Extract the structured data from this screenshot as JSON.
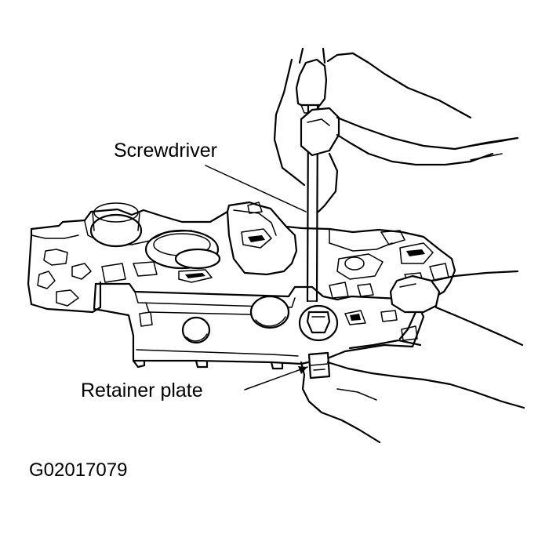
{
  "labels": {
    "screwdriver": "Screwdriver",
    "retainer_plate": "Retainer plate"
  },
  "figure_id": "G02017079",
  "colors": {
    "ink": "#000000",
    "background": "#ffffff"
  }
}
